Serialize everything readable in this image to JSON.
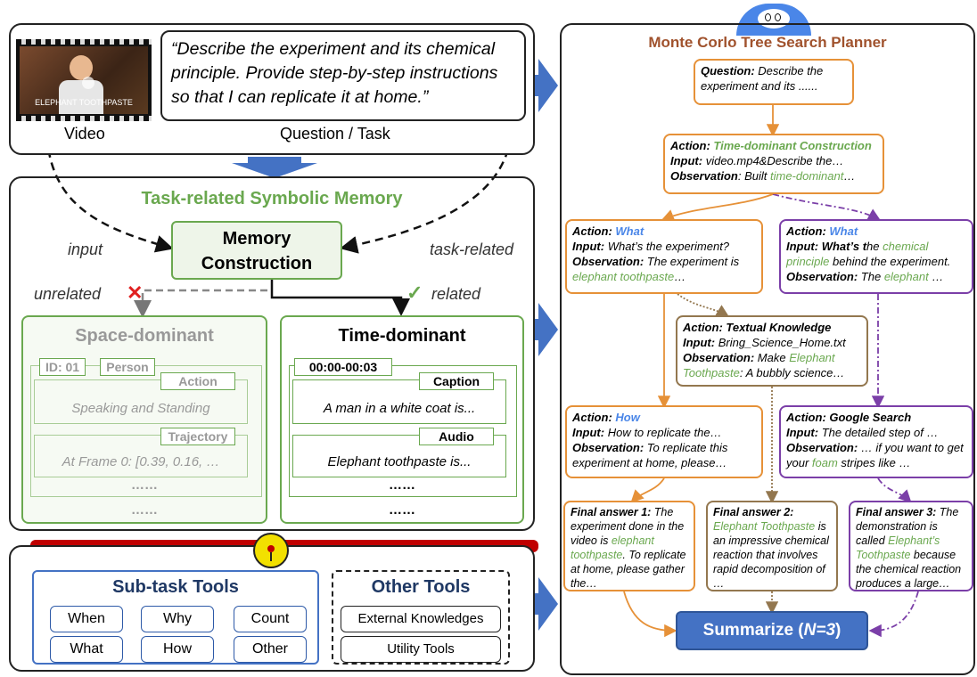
{
  "input_panel": {
    "quote": "“Describe the experiment and its chemical principle. Provide step-by-step instructions so that I can replicate it at home.”",
    "video_label": "Video",
    "question_label": "Question / Task",
    "thumbnail_text": "ELEPHANT TOOTHPASTE"
  },
  "memory_panel": {
    "title": "Task-related Symbolic Memory",
    "input_label": "input",
    "task_related_label": "task-related",
    "construction_label_1": "Memory",
    "construction_label_2": "Construction",
    "unrelated_label": "unrelated",
    "related_label": "related",
    "space": {
      "title": "Space-dominant",
      "id_tag": "ID: 01",
      "person_tag": "Person",
      "action_tag": "Action",
      "action_text": "Speaking and Standing",
      "trajectory_tag": "Trajectory",
      "trajectory_text": "At Frame 0: [0.39, 0.16, …",
      "dots1": "……",
      "dots2": "……"
    },
    "time": {
      "title": "Time-dominant",
      "time_tag": "00:00-00:03",
      "caption_tag": "Caption",
      "caption_text": "A man in a white coat is...",
      "audio_tag": "Audio",
      "audio_text": "Elephant toothpaste is...",
      "dots1": "……",
      "dots2": "……"
    }
  },
  "tools_panel": {
    "subtask_title": "Sub-task Tools",
    "subtask_tools": [
      "When",
      "Why",
      "Count",
      "What",
      "How",
      "Other"
    ],
    "other_title": "Other Tools",
    "other_tools": [
      "External Knowledges",
      "Utility Tools"
    ]
  },
  "planner": {
    "title": "Monte Corlo Tree Search Planner",
    "question_label": "Question:",
    "question_text": " Describe the experiment and its ......",
    "n1_action_label": "Action: ",
    "n1_action": "Time-dominant Construction",
    "n1_input_label": "Input:",
    "n1_input": " video.mp4&Describe the…",
    "n1_obs_label": "Observation",
    "n1_obs_pre": ": Built ",
    "n1_obs_g": "time-dominant",
    "n1_obs_post": "…",
    "n2_action_label": "Action: ",
    "n2_action": "What",
    "n2_input_label": "Input:",
    "n2_input": " What’s the experiment?",
    "n2_obs_label": "Observation:",
    "n2_obs": " The experiment is",
    "n2_obs_g": "elephant toothpaste",
    "n2_obs_post": "…",
    "n3_action_label": "Action: ",
    "n3_action": "What",
    "n3_input_label": "Input: What’s t",
    "n3_input_mid": "he ",
    "n3_input_g": "chemical principle",
    "n3_input_post": " behind the experiment.",
    "n3_obs_label": "Observation:",
    "n3_obs_pre": " The ",
    "n3_obs_g": "elephant",
    "n3_obs_post": " …",
    "n4_action": "Action: Textual Knowledge",
    "n4_input_label": "Input:",
    "n4_input": " Bring_Science_Home.txt",
    "n4_obs_label": "Observation:",
    "n4_obs_pre": " Make ",
    "n4_obs_g": "Elephant Toothpaste",
    "n4_obs_post": ": A bubbly science…",
    "n5_action_label": "Action: ",
    "n5_action": "How",
    "n5_input_label": "Input:",
    "n5_input": " How to replicate the…",
    "n5_obs_label": "Observation:",
    "n5_obs": " To replicate this experiment at home, please…",
    "n6_action": "Action: Google Search",
    "n6_input_label": "Input:",
    "n6_input": " The detailed step of …",
    "n6_obs_label": "Observation:",
    "n6_obs_pre": " … if you want to get your ",
    "n6_obs_g": "foam",
    "n6_obs_post": " stripes like …",
    "f1_label": "Final answer 1:",
    "f1_pre": " The experiment done in the video is ",
    "f1_g": "elephant toothpaste",
    "f1_post": ". To replicate at home, please gather the…",
    "f2_label": "Final answer 2:",
    "f2_g": "Elephant Toothpaste",
    "f2_post": " is an impressive chemical reaction that involves rapid decomposition of …",
    "f3_label": "Final answer 3:",
    "f3_pre": " The demonstration is called ",
    "f3_g": "Elephant’s Toothpaste",
    "f3_post": " because the chemical reaction produces a large…",
    "summarize": "Summarize (",
    "summarize_n": "N=3",
    "summarize_end": ")"
  },
  "colors": {
    "green": "#6aa84f",
    "orange": "#e69138",
    "purple": "#7b3fa8",
    "brown": "#93774f",
    "blue": "#4a86e8",
    "title_brown": "#a0522d"
  }
}
